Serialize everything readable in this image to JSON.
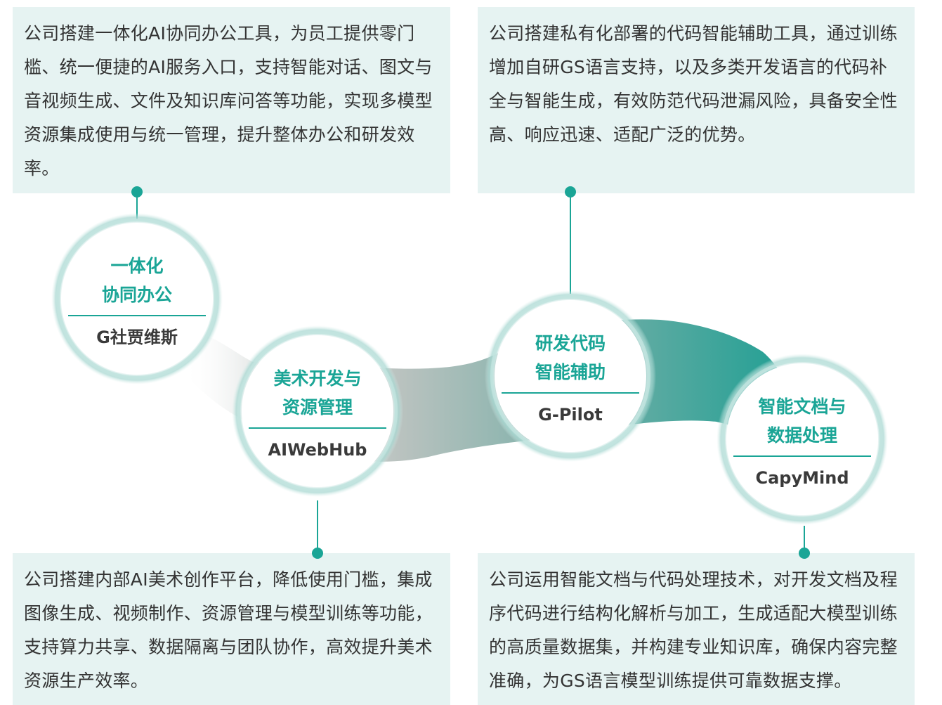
{
  "colors": {
    "accent": "#1aa596",
    "box_background": "#e6f3f2",
    "text": "#333333",
    "ribbon_start": "#c9cfcd",
    "ribbon_end": "#1a9e92"
  },
  "descriptions": {
    "top_left": "公司搭建一体化AI协同办公工具，为员工提供零门槛、统一便捷的AI服务入口，支持智能对话、图文与音视频生成、文件及知识库问答等功能，实现多模型资源集成使用与统一管理，提升整体办公和研发效率。",
    "top_right": "公司搭建私有化部署的代码智能辅助工具，通过训练增加自研GS语言支持，以及多类开发语言的代码补全与智能生成，有效防范代码泄漏风险，具备安全性高、响应迅速、适配广泛的优势。",
    "bottom_left": "公司搭建内部AI美术创作平台，降低使用门槛，集成图像生成、视频制作、资源管理与模型训练等功能，支持算力共享、数据隔离与团队协作，高效提升美术资源生产效率。",
    "bottom_right": "公司运用智能文档与代码处理技术，对开发文档及程序代码进行结构化解析与加工，生成适配大模型训练的高质量数据集，并构建专业知识库，确保内容完整准确，为GS语言模型训练提供可靠数据支撑。"
  },
  "nodes": [
    {
      "title_line1": "一体化",
      "title_line2": "协同办公",
      "product": "G社贾维斯"
    },
    {
      "title_line1": "美术开发与",
      "title_line2": "资源管理",
      "product": "AIWebHub"
    },
    {
      "title_line1": "研发代码",
      "title_line2": "智能辅助",
      "product": "G-Pilot"
    },
    {
      "title_line1": "智能文档与",
      "title_line2": "数据处理",
      "product": "CapyMind"
    }
  ]
}
